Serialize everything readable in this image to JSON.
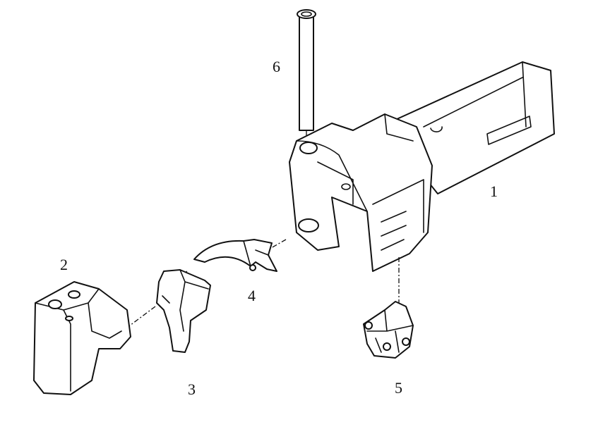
{
  "diagram": {
    "type": "exploded-parts-drawing",
    "part_labels": [
      {
        "id": "pin",
        "label": "6"
      },
      {
        "id": "coupler-body",
        "label": "1"
      },
      {
        "id": "knuckle",
        "label": "2"
      },
      {
        "id": "lock",
        "label": "3"
      },
      {
        "id": "knuckle-thrower",
        "label": "4"
      },
      {
        "id": "lock-lift",
        "label": "5"
      }
    ]
  }
}
